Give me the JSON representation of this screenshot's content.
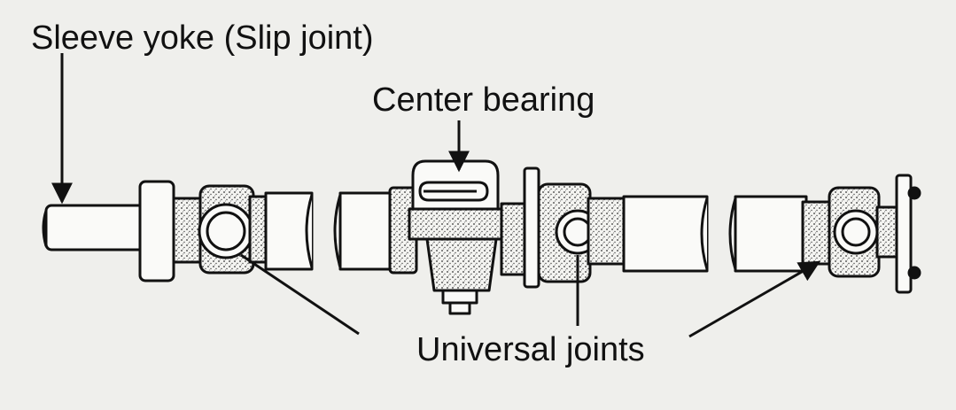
{
  "labels": {
    "sleeve_yoke": "Sleeve yoke (Slip joint)",
    "center_bearing": "Center bearing",
    "universal_joints": "Universal joints"
  },
  "colors": {
    "ink": "#111111",
    "paper": "#efefec",
    "bleed": "#c9c9c4"
  }
}
